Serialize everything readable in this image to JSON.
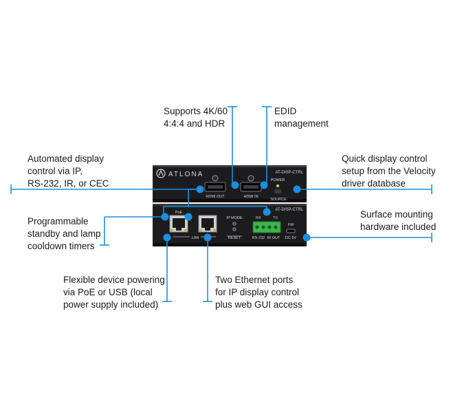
{
  "callouts": {
    "hdmi_out": [
      "Supports 4K/60",
      "4:4:4 and HDR"
    ],
    "edid": [
      "EDID",
      "management"
    ],
    "automated": [
      "Automated display",
      "control via IP,",
      "RS-232, IR, or CEC"
    ],
    "quick": [
      "Quick display control",
      "setup from the Velocity",
      "driver database"
    ],
    "programmable": [
      "Programmable",
      "standby and lamp",
      "cooldown timers"
    ],
    "surface": [
      "Surface mounting",
      "hardware included"
    ],
    "powering": [
      "Flexible device powering",
      "via PoE or USB (local",
      "power supply included)"
    ],
    "ethernet": [
      "Two Ethernet ports",
      "for IP display control",
      "plus web GUI access"
    ]
  },
  "device_top": {
    "brand": "ATLONA",
    "model": "AT-DISP-CTRL",
    "hdmi_out": "HDMI OUT",
    "hdmi_in": "HDMI IN",
    "power": "POWER",
    "source": "SOURCE"
  },
  "device_bottom": {
    "model": "AT-DISP-CTRL",
    "poe": "PoE",
    "lan": "LAN",
    "ip_mode": "IP MODE",
    "reset": "RESET",
    "rx": "RX",
    "tx": "TX",
    "rs232": "RS-232",
    "ir_out": "IR OUT",
    "fw": "FW",
    "dc5v": "DC 5V"
  },
  "colors": {
    "accent": "#1a8fe0",
    "device_body": "#1c1c1e",
    "text": "#1b1b1b"
  }
}
